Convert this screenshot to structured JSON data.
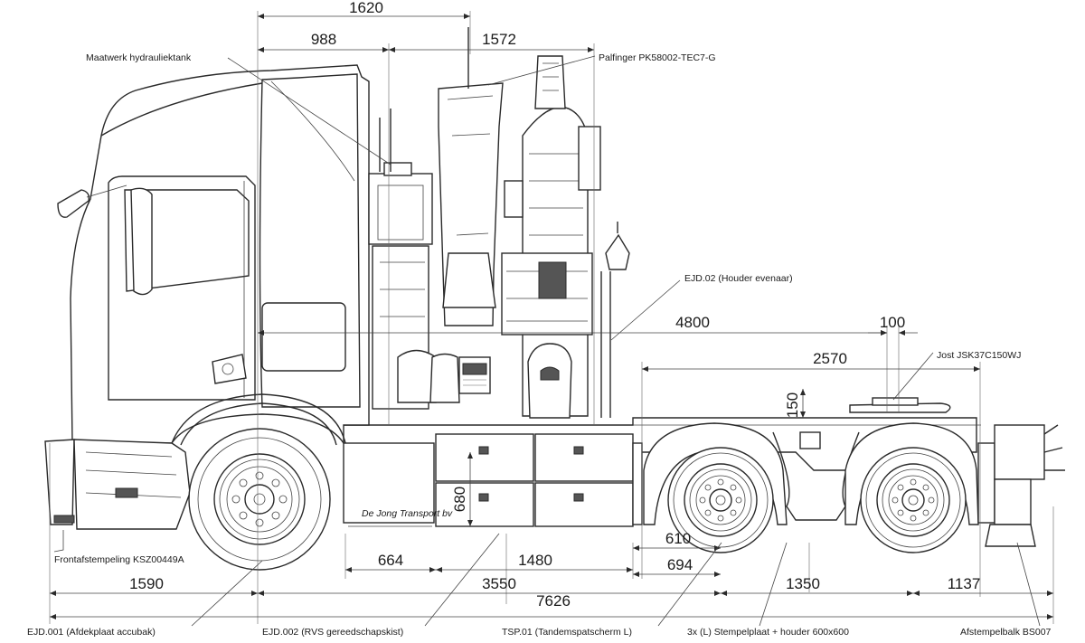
{
  "dimensions": {
    "d1620": "1620",
    "d988": "988",
    "d1572": "1572",
    "d4800": "4800",
    "d100": "100",
    "d2570": "2570",
    "d150": "150",
    "d680": "680",
    "d610": "610",
    "d694": "694",
    "d664": "664",
    "d1480": "1480",
    "d1590": "1590",
    "d3550": "3550",
    "d1350": "1350",
    "d1137": "1137",
    "d7626": "7626"
  },
  "labels": {
    "hydraulic_tank": "Maatwerk hydrauliektank",
    "crane": "Palfinger PK58002-TEC7-G",
    "equalizer_holder": "EJD.02 (Houder evenaar)",
    "fifth_wheel": "Jost JSK37C150WJ",
    "front_outrigger": "Frontafstempeling KSZ00449A",
    "battery_cover": "EJD.001 (Afdekplaat accubak)",
    "toolbox": "EJD.002 (RVS gereedschapskist)",
    "tandem_fender": "TSP.01 (Tandemspatscherm L)",
    "stabilizer_plate": "3x (L) Stempelplaat + houder 600x600",
    "rear_outrigger_beam": "Afstempelbalk BS007",
    "door_text": "De Jong Transport bv"
  }
}
